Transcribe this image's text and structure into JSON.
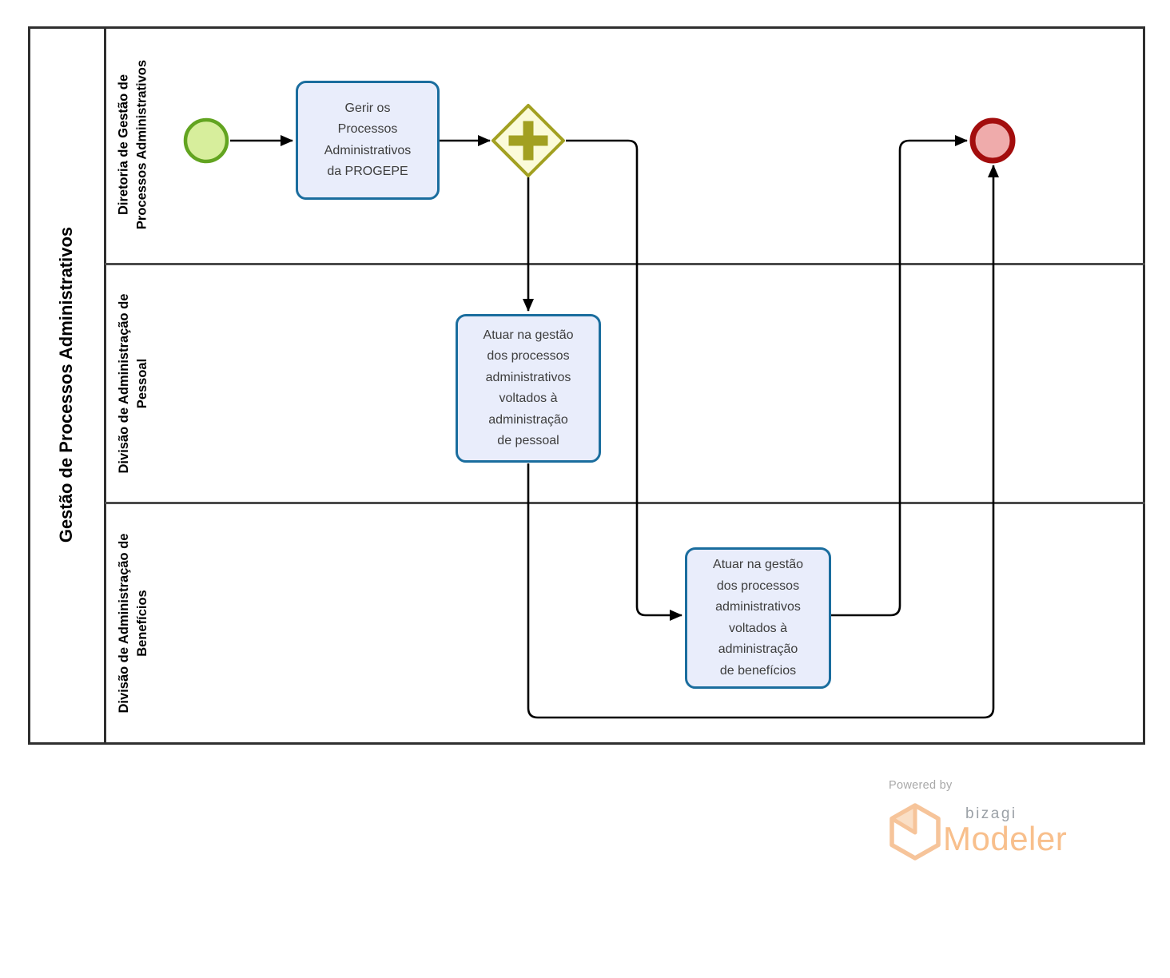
{
  "pool": {
    "title": "Gestão de Processos Administrativos",
    "lanes": [
      {
        "lines": [
          "Diretoria de Gestão de",
          "Processos Administrativos"
        ]
      },
      {
        "lines": [
          "Divisão de Administração de",
          "Pessoal"
        ]
      },
      {
        "lines": [
          "Divisão de Administração de",
          "Benefícios"
        ]
      }
    ]
  },
  "nodes": {
    "task1": {
      "lines": [
        "Gerir os",
        "Processos",
        "Administrativos",
        "da PROGEPE"
      ]
    },
    "task2": {
      "lines": [
        "Atuar na gestão",
        "dos processos",
        "administrativos",
        "voltados à",
        "administração",
        "de pessoal"
      ]
    },
    "task3": {
      "lines": [
        "Atuar na gestão",
        "dos processos",
        "administrativos",
        "voltados à",
        "administração",
        "de benefícios"
      ]
    }
  },
  "footer": {
    "powered_by": "Powered by",
    "brand": "bizagi",
    "product": "Modeler"
  },
  "colors": {
    "task_border": "#1a6d9e",
    "task_fill": "#e9edfb",
    "start_border": "#62a420",
    "start_fill": "#d7ee9c",
    "end_border": "#a30d0d",
    "end_fill": "#efabab",
    "gateway_border": "#a2a021",
    "gateway_fill": "#fbfbd9",
    "pool_border": "#2f2f2f",
    "lane_divider": "#4a4a4a",
    "connector": "#000000",
    "logo_orange": "#f8bf8c",
    "logo_outline": "#f6c49a",
    "logo_fold_fill": "#fadfc6",
    "logo_gray": "#9ba1a7"
  }
}
